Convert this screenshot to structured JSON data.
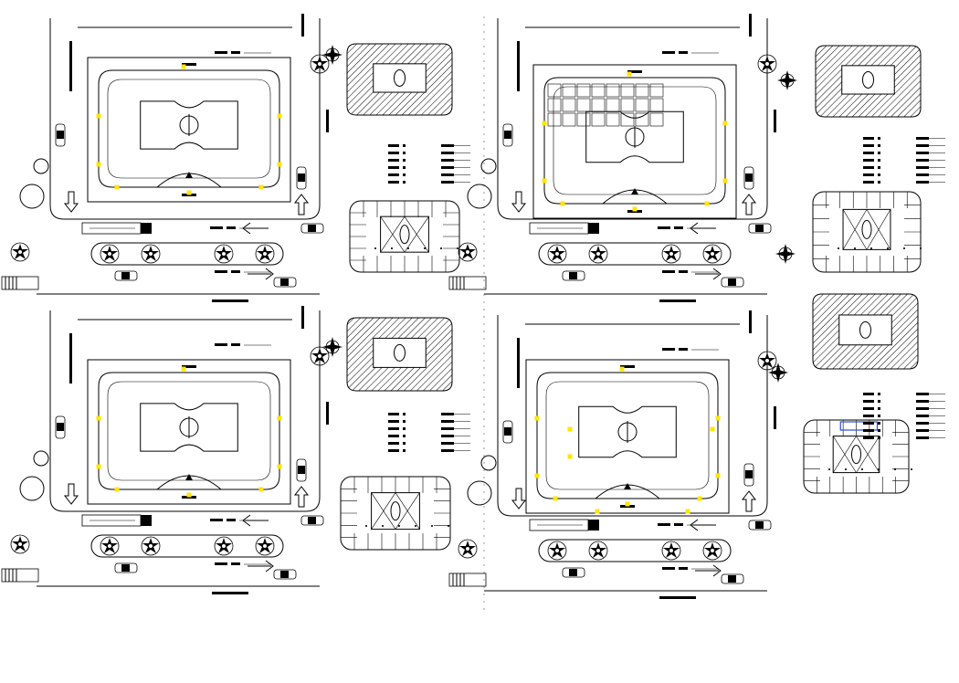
{
  "drawing": {
    "background": "#ffffff",
    "line_color": "#000000",
    "marker_color": "#ffe600",
    "highlight_color": "#2b4bd6"
  },
  "panels": [
    {
      "id": "top-left",
      "label": "",
      "legend_rows": 6
    },
    {
      "id": "top-right",
      "label": "",
      "legend_rows": 7
    },
    {
      "id": "bottom-left",
      "label": "",
      "legend_rows": 6
    },
    {
      "id": "bottom-right",
      "label": "",
      "legend_rows": 7
    }
  ],
  "icons": [
    "north-arrow-icon",
    "tree-icon",
    "car-icon",
    "truck-icon",
    "direction-arrow-icon",
    "hatch-pattern"
  ]
}
